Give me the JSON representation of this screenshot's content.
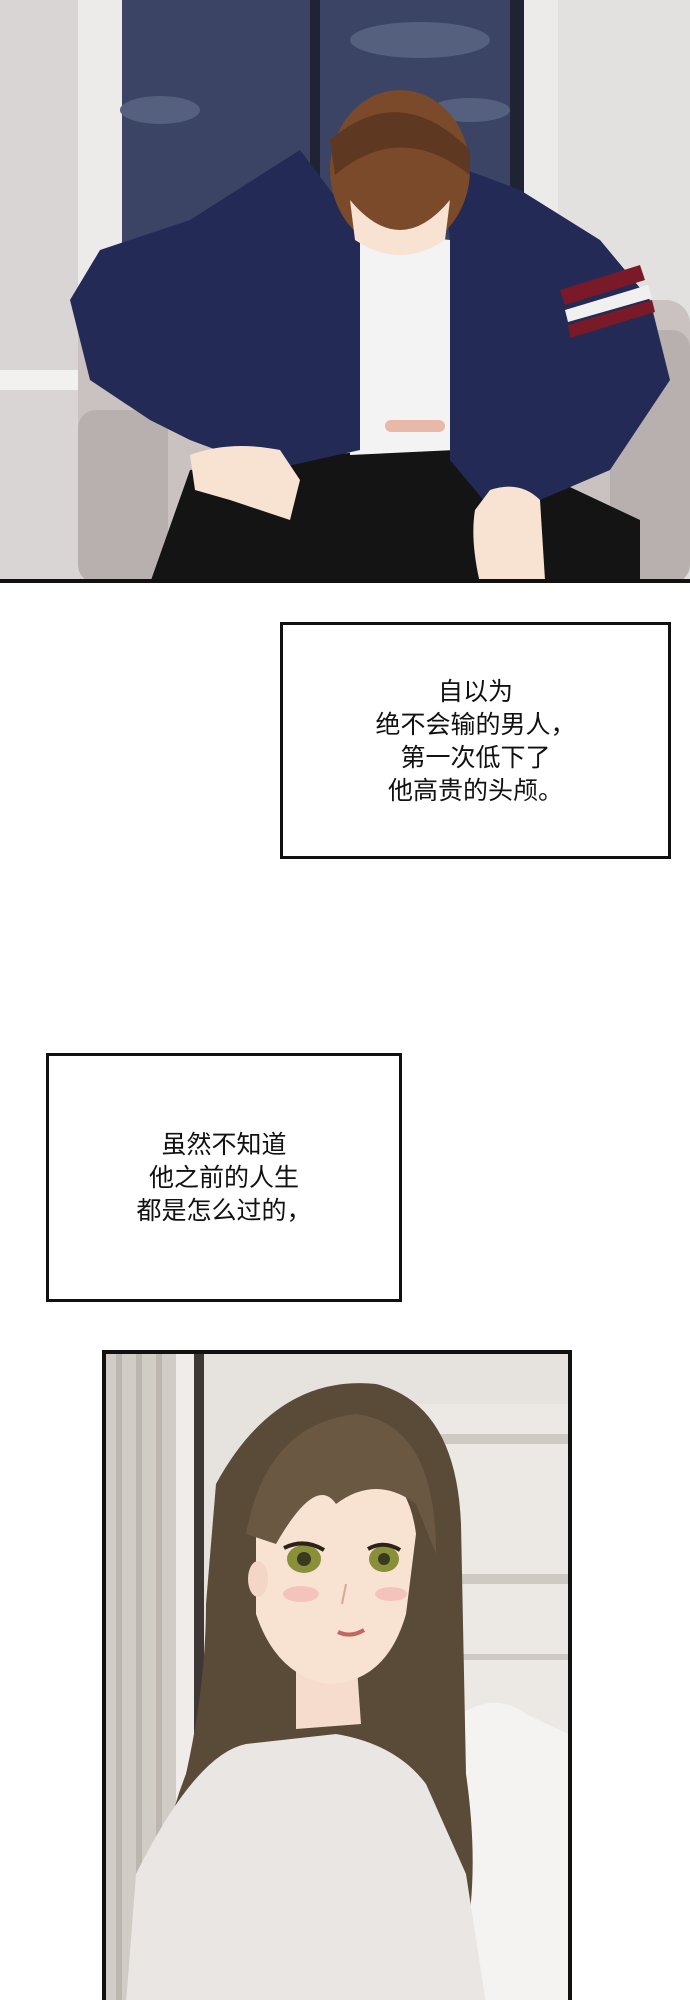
{
  "captions": [
    {
      "lines": [
        "自以为",
        "绝不会输的男人，",
        "第一次低下了",
        "他高贵的头颅。"
      ]
    },
    {
      "lines": [
        "虽然不知道",
        "他之前的人生",
        "都是怎么过的，"
      ]
    }
  ],
  "colors": {
    "jacket": "#232a55",
    "hair_man": "#7a4a2a",
    "hair_woman": "#5a4a38",
    "sky": "#3c4466",
    "sofa": "#c9c2c0",
    "skin": "#f8e3d3",
    "eyes": "#8a8f3a"
  }
}
